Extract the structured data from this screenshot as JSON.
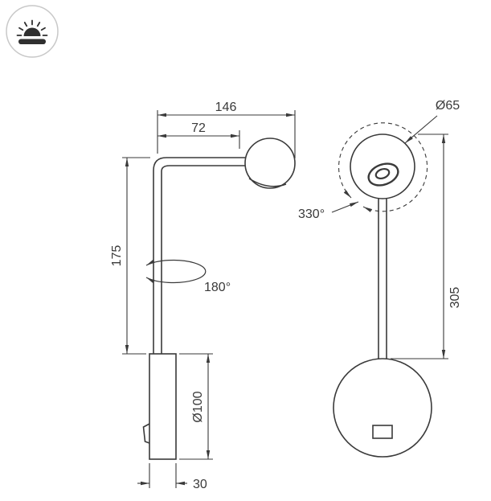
{
  "colors": {
    "line": "#3a3a3a",
    "icon_ring": "#c8c8c8",
    "background": "#ffffff"
  },
  "category_icon": {
    "icon": "dome-light-icon"
  },
  "side_view": {
    "dim_total_reach": "146",
    "dim_horizontal_arm": "72",
    "dim_arm_height": "175",
    "swivel_angle": "180°",
    "dim_base_plate_diameter": "Ø100",
    "dim_base_width": "30"
  },
  "front_view": {
    "dim_head_diameter": "Ø65",
    "head_rotation_angle": "330°",
    "dim_overall_height": "305"
  }
}
